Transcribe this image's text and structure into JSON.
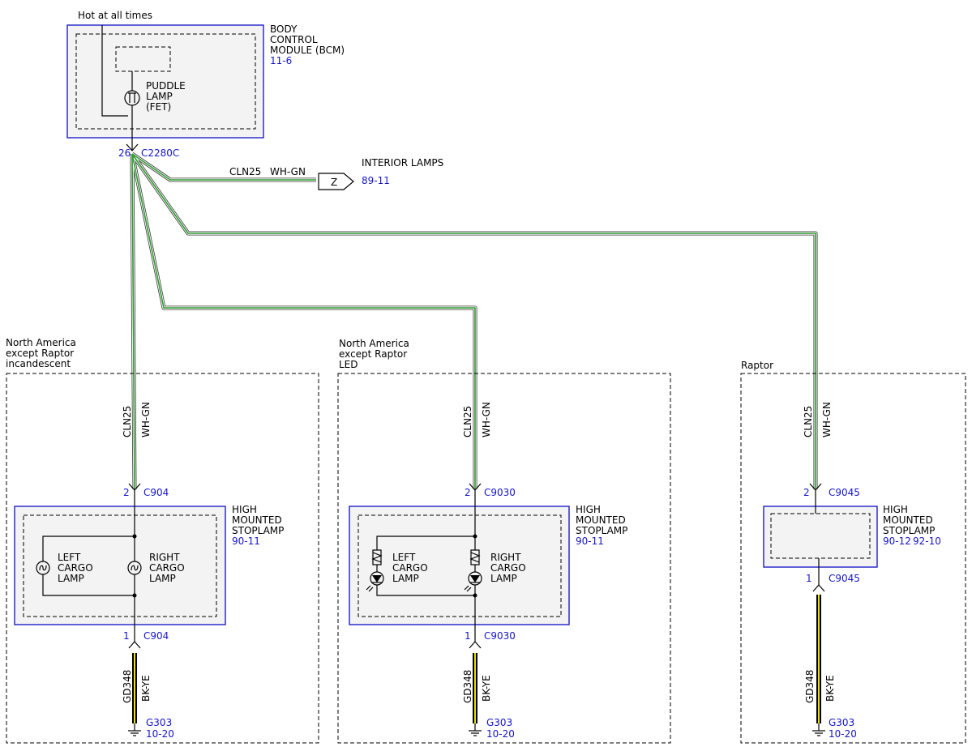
{
  "top": {
    "hot_label": "Hot at all times",
    "bcm": {
      "line1": "BODY",
      "line2": "CONTROL",
      "line3": "MODULE (BCM)",
      "ref": "11-6"
    },
    "puddle": {
      "line1": "PUDDLE",
      "line2": "LAMP",
      "line3": "(FET)"
    },
    "connector": {
      "pin": "26",
      "name": "C2280C"
    }
  },
  "interior": {
    "circuit": "CLN25",
    "color": "WH-GN",
    "connector_letter": "Z",
    "title": "INTERIOR LAMPS",
    "ref": "89-11"
  },
  "wire_colors": {
    "white_green": "#2e9b2e",
    "black_yellow": "#e8e000",
    "module_border": "#2020c8",
    "ref_text": "#1515c8"
  },
  "sections": [
    {
      "title1": "North America",
      "title2": "except Raptor",
      "title3": "incandescent",
      "circuit": "CLN25",
      "color": "WH-GN",
      "top_pin": "2",
      "top_conn": "C904",
      "module": {
        "line1": "HIGH",
        "line2": "MOUNTED",
        "line3": "STOPLAMP",
        "ref": "90-11"
      },
      "left_lamp": {
        "line1": "LEFT",
        "line2": "CARGO",
        "line3": "LAMP"
      },
      "right_lamp": {
        "line1": "RIGHT",
        "line2": "CARGO",
        "line3": "LAMP"
      },
      "bot_pin": "1",
      "bot_conn": "C904",
      "ground_circuit": "GD348",
      "ground_color": "BK-YE",
      "ground": "G303",
      "ground_ref": "10-20"
    },
    {
      "title1": "North America",
      "title2": "except Raptor",
      "title3": "LED",
      "circuit": "CLN25",
      "color": "WH-GN",
      "top_pin": "2",
      "top_conn": "C9030",
      "module": {
        "line1": "HIGH",
        "line2": "MOUNTED",
        "line3": "STOPLAMP",
        "ref": "90-11"
      },
      "left_lamp": {
        "line1": "LEFT",
        "line2": "CARGO",
        "line3": "LAMP"
      },
      "right_lamp": {
        "line1": "RIGHT",
        "line2": "CARGO",
        "line3": "LAMP"
      },
      "bot_pin": "1",
      "bot_conn": "C9030",
      "ground_circuit": "GD348",
      "ground_color": "BK-YE",
      "ground": "G303",
      "ground_ref": "10-20"
    },
    {
      "title1": "Raptor",
      "circuit": "CLN25",
      "color": "WH-GN",
      "top_pin": "2",
      "top_conn": "C9045",
      "module": {
        "line1": "HIGH",
        "line2": "MOUNTED",
        "line3": "STOPLAMP",
        "ref_a": "90-12",
        "ref_b": "92-10"
      },
      "bot_pin": "1",
      "bot_conn": "C9045",
      "ground_circuit": "GD348",
      "ground_color": "BK-YE",
      "ground": "G303",
      "ground_ref": "10-20"
    }
  ]
}
